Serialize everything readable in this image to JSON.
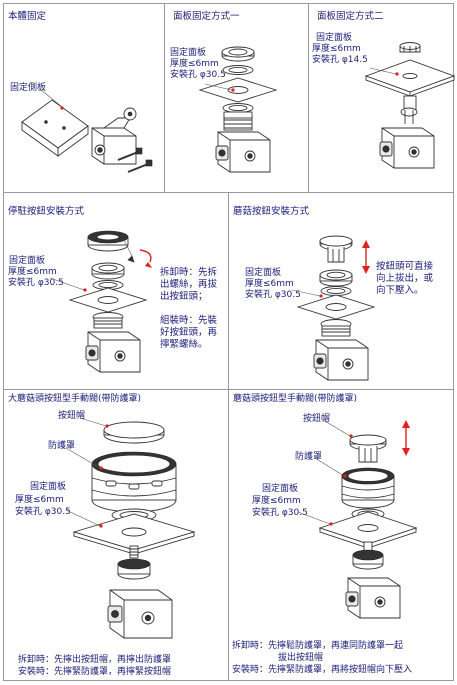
{
  "panels": {
    "p1": {
      "title": "本體固定",
      "side_plate_label": "固定側板"
    },
    "p2": {
      "title": "面板固定方式一",
      "spec": [
        "固定面板",
        "厚度≤6mm",
        "安裝孔 φ30.5"
      ]
    },
    "p3": {
      "title": "面板固定方式二",
      "spec": [
        "固定面板",
        "厚度≤6mm",
        "安裝孔 φ14.5"
      ]
    },
    "p4": {
      "title": "停駐按鈕安裝方式",
      "spec": [
        "固定面板",
        "厚度≤6mm",
        "安裝孔 φ30.5"
      ],
      "note_remove": "拆卸時：先拆\n出螺絲，再拔\n出按鈕頭；",
      "note_install": "組裝時：先裝\n好按鈕頭，再\n擰緊螺絲。"
    },
    "p5": {
      "title": "蘑菇按鈕安裝方式",
      "spec": [
        "固定面板",
        "厚度≤6mm",
        "安裝孔 φ30.5"
      ],
      "note": "按鈕頭可直接\n向上拔出，或\n向下壓入。"
    },
    "p6": {
      "title": "大蘑菇頭按鈕型手動閥(帶防護罩)",
      "cap_label": "按鈕帽",
      "cover_label": "防護罩",
      "spec": [
        "固定面板",
        "厚度≤6mm",
        "安裝孔 φ30.5"
      ],
      "footer": [
        "拆卸時：先擰出按鈕帽，再擰出防護罩",
        "安裝時：先擰緊防護罩，再擰緊按鈕帽"
      ]
    },
    "p7": {
      "title": "蘑菇頭按鈕型手動閥(帶防護罩)",
      "cap_label": "按鈕帽",
      "cover_label": "防護罩",
      "spec": [
        "固定面板",
        "厚度≤6mm",
        "安裝孔 φ30.5"
      ],
      "footer": [
        "拆卸時：先擰鬆防護罩，再連同防護罩一起",
        "拔出按鈕帽",
        "安裝時：先擰緊防護罩，再將按鈕帽向下壓入"
      ]
    }
  },
  "colors": {
    "text": "#1d1d7a",
    "border": "#9a9a9a",
    "arrow": "#e02020"
  }
}
